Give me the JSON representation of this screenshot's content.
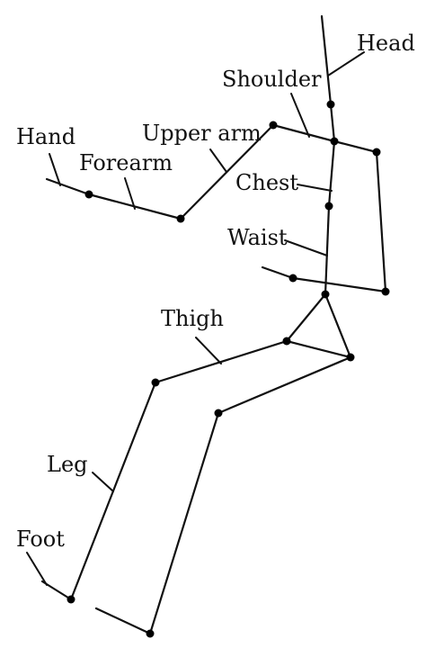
{
  "diagram": {
    "labels": {
      "head": "Head",
      "shoulder": "Shoulder",
      "upper_arm": "Upper arm",
      "hand": "Hand",
      "forearm": "Forearm",
      "chest": "Chest",
      "waist": "Waist",
      "thigh": "Thigh",
      "leg": "Leg",
      "foot": "Foot"
    }
  }
}
